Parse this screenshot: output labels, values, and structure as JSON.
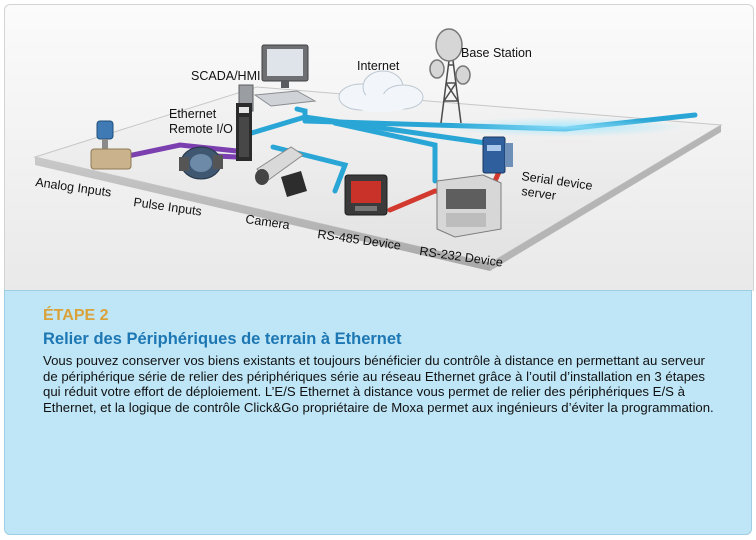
{
  "diagram": {
    "labels": {
      "analog_inputs": "Analog Inputs",
      "pulse_inputs": "Pulse Inputs",
      "camera": "Camera",
      "rs485_device": "RS-485 Device",
      "rs232_device": "RS-232 Device",
      "scada_hmi": "SCADA/HMI",
      "internet": "Internet",
      "base_station": "Base Station",
      "ethernet": "Ethernet",
      "remote_io": "Remote I/O",
      "serial_device": "Serial device",
      "server": "server"
    },
    "colors": {
      "ethernet_line": "#29a6d6",
      "io_line": "#7b3fb0",
      "serial_line": "#d23a2f"
    }
  },
  "panel": {
    "step_label": "ÉTAPE 2",
    "title": "Relier des Périphériques de terrain à Ethernet",
    "body": "Vous pouvez conserver vos biens existants et toujours bénéficier du contrôle à distance en permettant au serveur de périphérique série de relier des périphériques série au réseau Ethernet grâce à l’outil d’installation en 3 étapes qui réduit votre effort de déploiement. L’E/S Ethernet à distance vous permet de relier des périphériques E/S à Ethernet, et la logique de contrôle Click&Go propriétaire de Moxa permet aux ingénieurs d’éviter la programmation.",
    "colors": {
      "step": "#d9a23a",
      "title": "#1d77b3",
      "background": "#bfe6f7"
    }
  }
}
